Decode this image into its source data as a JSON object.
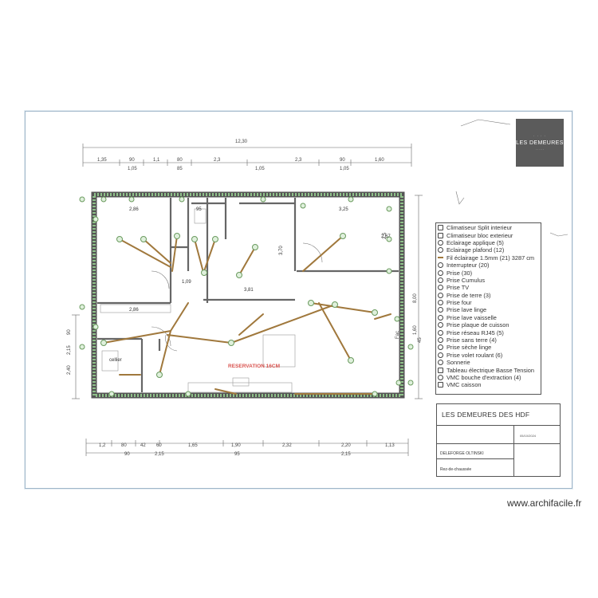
{
  "plan": {
    "top_dims_total": "12,30",
    "top_dims_row1": [
      "1,35",
      "90",
      "1,1",
      "80",
      "2,3",
      "2,3",
      "90",
      "1,60"
    ],
    "top_dims_row2": [
      "1,05",
      "85",
      "1,05",
      "1,05"
    ],
    "bottom_dims_row1": [
      "1,2",
      "80",
      "42",
      "60",
      "1,65",
      "1,90",
      "2,32",
      "2,20",
      "1,13"
    ],
    "bottom_dims_row2": [
      "90",
      "2,15",
      "95",
      "2,15"
    ],
    "left_dims": [
      "90",
      "2,15",
      "2,40"
    ],
    "right_dims": [
      "8,00",
      "1,60",
      "45",
      "Fac",
      "2,5"
    ],
    "room_labels": [
      "2,86",
      "3,25",
      "2,67",
      "95",
      "3,70",
      "1,09",
      "3,81",
      "2,86",
      "cellier"
    ],
    "reservation_label": "RESERVATION 16CM"
  },
  "logo": {
    "top": "· · · ·",
    "text": "LES DEMEURES",
    "bottom": "· · · · ·"
  },
  "legend": {
    "items": [
      {
        "symbol": "",
        "label": "Climatiseur Split interieur"
      },
      {
        "symbol": "",
        "label": "Climatiseur bloc exterieur"
      },
      {
        "symbol": "",
        "label": "Eclairage applique (5)"
      },
      {
        "symbol": "",
        "label": "Eclairage plafond (12)"
      },
      {
        "symbol": "",
        "label": "Fil éclairage 1.5mm (21) 3287 cm"
      },
      {
        "symbol": "",
        "label": "Interrupteur (20)"
      },
      {
        "symbol": "",
        "label": "Prise (30)"
      },
      {
        "symbol": "",
        "label": "Prise Cumulus"
      },
      {
        "symbol": "",
        "label": "Prise TV"
      },
      {
        "symbol": "",
        "label": "Prise de terre (3)"
      },
      {
        "symbol": "",
        "label": "Prise four"
      },
      {
        "symbol": "",
        "label": "Prise lave linge"
      },
      {
        "symbol": "",
        "label": "Prise lave vaisselle"
      },
      {
        "symbol": "",
        "label": "Prise plaque de cuisson"
      },
      {
        "symbol": "",
        "label": "Prise réseau RJ45 (5)"
      },
      {
        "symbol": "",
        "label": "Prise sans terre (4)"
      },
      {
        "symbol": "",
        "label": "Prise sèche linge"
      },
      {
        "symbol": "",
        "label": "Prise volet roulant (6)"
      },
      {
        "symbol": "",
        "label": "Sonnerie"
      },
      {
        "symbol": "",
        "label": "Tableau électrique Basse Tension"
      },
      {
        "symbol": "",
        "label": "VMC bouche d'extraction (4)"
      },
      {
        "symbol": "",
        "label": "VMC caisson"
      }
    ]
  },
  "titleblock": {
    "company": "LES DEMEURES DES HDF",
    "client_name": "DELEFORGE OLTINSKI",
    "level": "Rez-de-chaussée",
    "date": "05/10/2024"
  },
  "watermark": "www.archifacile.fr",
  "colors": {
    "wall_green": "#8fc18a",
    "wire_brown": "#a0783c",
    "reservation_red": "#d9534f"
  }
}
